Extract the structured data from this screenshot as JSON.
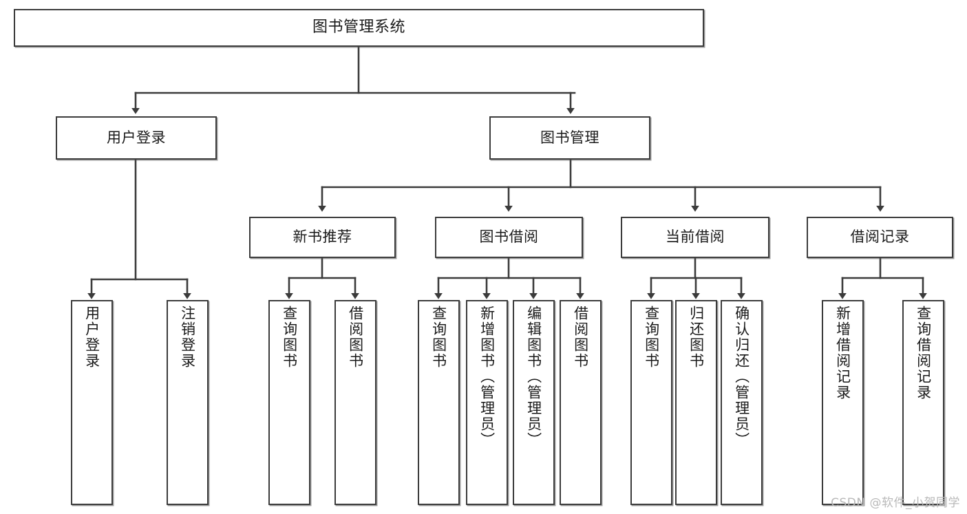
{
  "diagram": {
    "title": "图书管理系统",
    "watermark": "CSDN @软件_小贺同学",
    "stroke_color": "#3b3b3b",
    "background_color": "#ffffff",
    "text_color": "#1a1a1a",
    "watermark_color": "#b9b9b9"
  },
  "nodes": {
    "root": {
      "label": "图书管理系统"
    },
    "level2": [
      {
        "label": "用户登录"
      },
      {
        "label": "图书管理"
      }
    ],
    "level3": [
      {
        "label": "新书推荐"
      },
      {
        "label": "图书借阅"
      },
      {
        "label": "当前借阅"
      },
      {
        "label": "借阅记录"
      }
    ],
    "leaves": {
      "user_login": [
        {
          "label": "用户登录"
        },
        {
          "label": "注销登录"
        }
      ],
      "new_book_recommend": [
        {
          "label": "查询图书"
        },
        {
          "label": "借阅图书"
        }
      ],
      "book_borrow": [
        {
          "label": "查询图书"
        },
        {
          "label": "新增图书（管理员）"
        },
        {
          "label": "编辑图书（管理员）"
        },
        {
          "label": "借阅图书"
        }
      ],
      "current_borrow": [
        {
          "label": "查询图书"
        },
        {
          "label": "归还图书"
        },
        {
          "label": "确认归还（管理员）"
        }
      ],
      "borrow_record": [
        {
          "label": "新增借阅记录"
        },
        {
          "label": "查询借阅记录"
        }
      ]
    }
  }
}
